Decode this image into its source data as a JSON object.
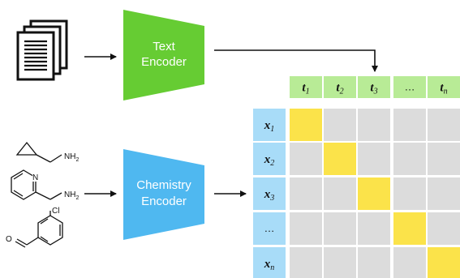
{
  "text_encoder": {
    "line1": "Text",
    "line2": "Encoder"
  },
  "chemistry_encoder": {
    "line1": "Chemistry",
    "line2": "Encoder"
  },
  "molecules": {
    "nh2_1": "NH",
    "nh2_2": "NH",
    "sub2": "2",
    "n_atom": "N",
    "cl_atom": "Cl",
    "o_atom": "O"
  },
  "columns": [
    {
      "var": "t",
      "sub": "1"
    },
    {
      "var": "t",
      "sub": "2"
    },
    {
      "var": "t",
      "sub": "3"
    },
    {
      "ellipsis": "…"
    },
    {
      "var": "t",
      "sub": "n"
    }
  ],
  "rows": [
    {
      "var": "x",
      "sub": "1"
    },
    {
      "var": "x",
      "sub": "2"
    },
    {
      "var": "x",
      "sub": "3"
    },
    {
      "ellipsis": "…"
    },
    {
      "var": "x",
      "sub": "n"
    }
  ],
  "colors": {
    "text_encoder": "#66cc33",
    "chemistry_encoder": "#4fb8f0",
    "col_header": "#b8eb96",
    "row_header": "#a8dcf8",
    "cell": "#dcdcdc",
    "diag": "#fbe34a"
  }
}
